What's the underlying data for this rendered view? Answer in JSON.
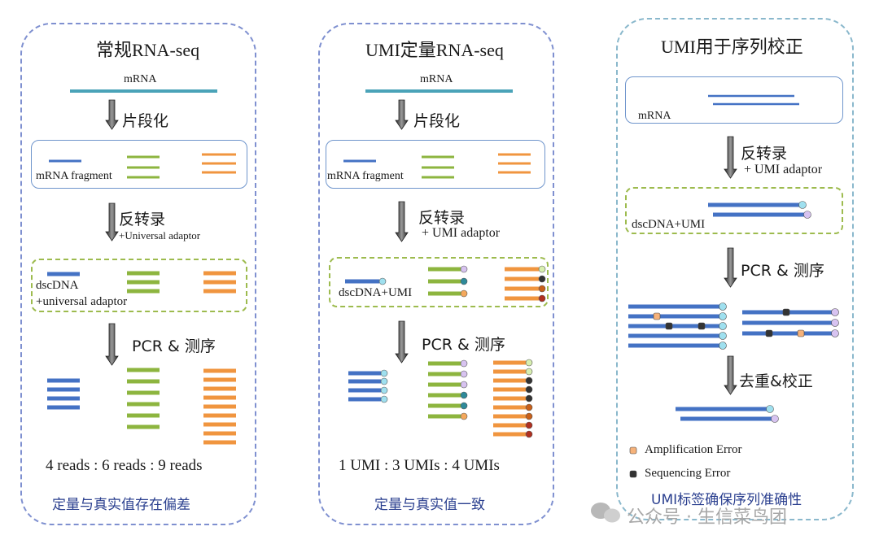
{
  "colors": {
    "mrna": "#4aa3b8",
    "blue": "#4472c4",
    "green": "#8db53f",
    "orange": "#f0953f",
    "dash_blue": "#7f90d0",
    "dash_green": "#9dbb4e",
    "conclusion_text": "#2a3f8f"
  },
  "panels": [
    {
      "title": "常规RNA-seq",
      "mrna_label": "mRNA",
      "step1": "片段化",
      "fragment_label": "mRNA fragment",
      "step2": "反转录",
      "step2_sub": "+Universal adaptor",
      "adaptor_label_1": "dscDNA",
      "adaptor_label_2": "+universal adaptor",
      "step3": "PCR & 测序",
      "count_text": "4 reads : 6 reads : 9 reads",
      "conclusion": "定量与真实值存在偏差"
    },
    {
      "title": "UMI定量RNA-seq",
      "mrna_label": "mRNA",
      "step1": "片段化",
      "fragment_label": "mRNA fragment",
      "step2": "反转录",
      "step2_sub": "+ UMI adaptor",
      "adaptor_label": "dscDNA+UMI",
      "step3": "PCR & 测序",
      "count_text": "1 UMI : 3 UMIs : 4 UMIs",
      "conclusion": "定量与真实值一致"
    },
    {
      "title": "UMI用于序列校正",
      "mrna_label": "mRNA",
      "step1": "反转录",
      "step1_sub": "+ UMI adaptor",
      "adaptor_label": "dscDNA+UMI",
      "step2": "PCR & 测序",
      "step3": "去重&校正",
      "legend_amp": "Amplification Error",
      "legend_seq": "Sequencing Error",
      "conclusion": "UMI标签确保序列准确性"
    }
  ],
  "watermark": "公众号 · 生信菜鸟团"
}
